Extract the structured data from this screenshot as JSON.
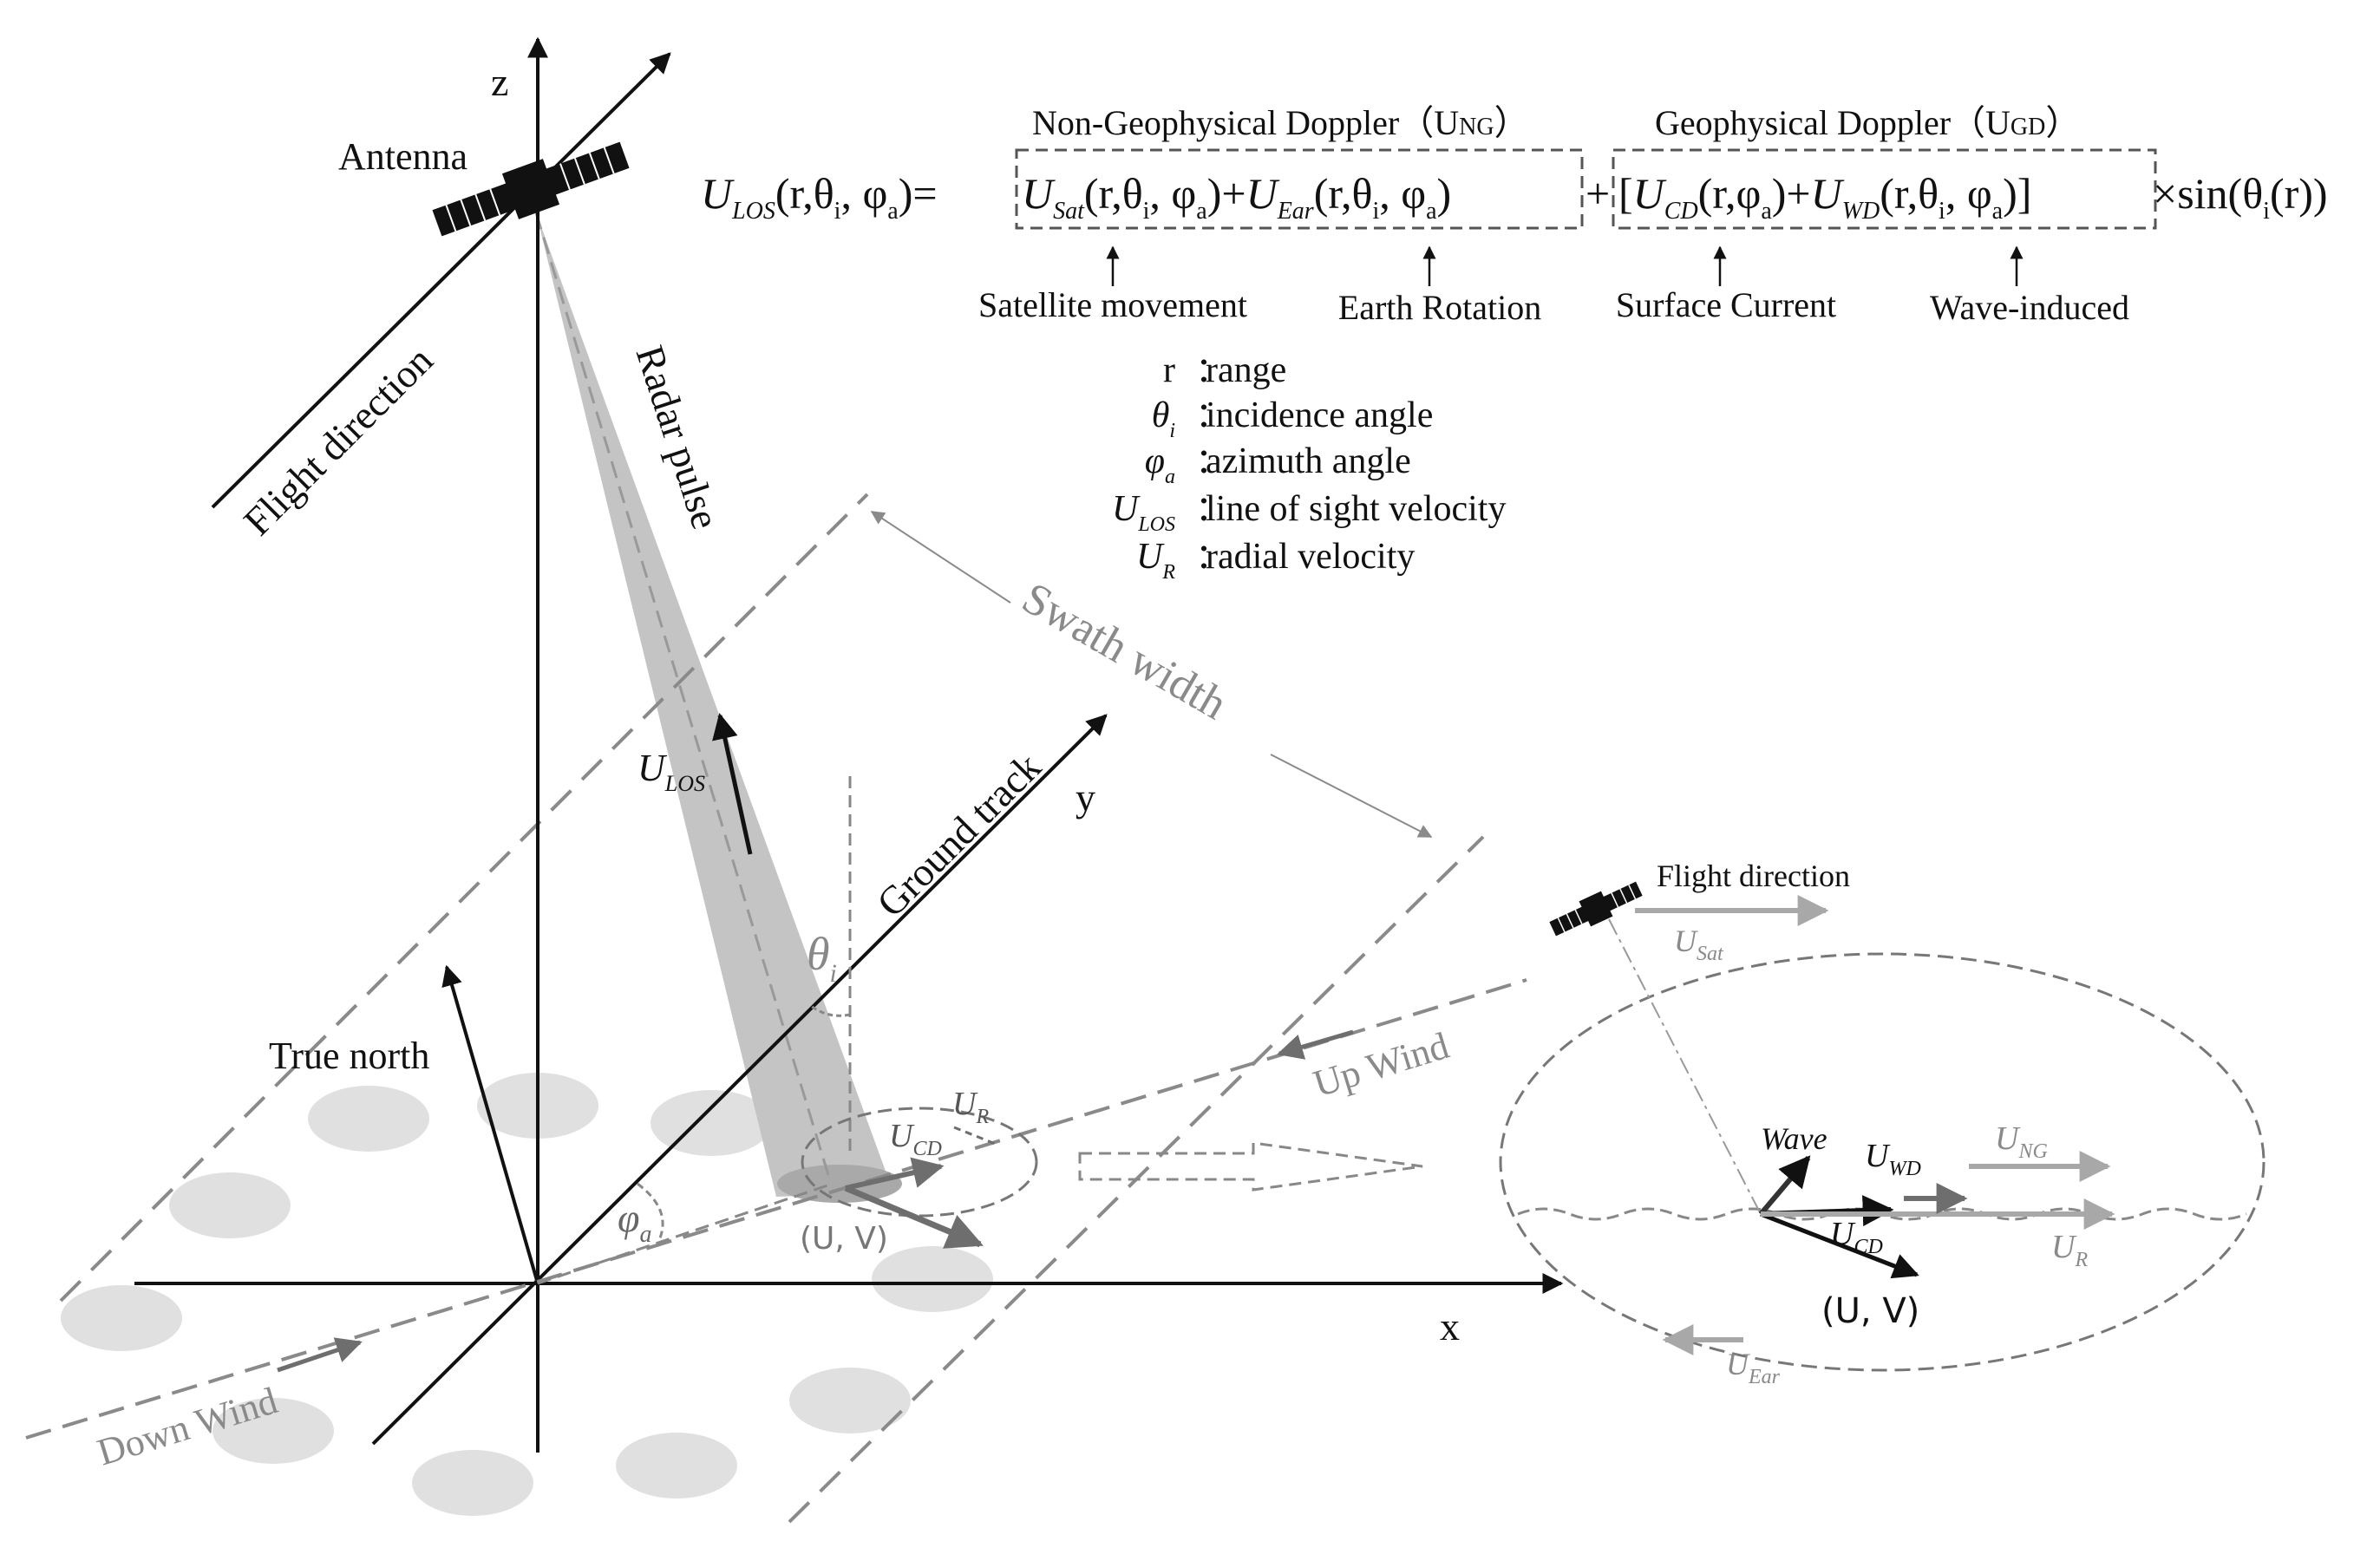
{
  "colors": {
    "black": "#111111",
    "beam": "#bdbdbd",
    "footprint": "#dcdcdc",
    "light_gray": "#a8a8a8",
    "mid_gray": "#6e6e6e",
    "dash_gray": "#8a8a8a"
  },
  "icons": [
    "satellite-icon",
    "satellite-small-icon"
  ],
  "axes": {
    "x": "x",
    "y": "y",
    "z": "z"
  },
  "labels": {
    "antenna": "Antenna",
    "flight_direction": "Flight direction",
    "radar_pulse": "Radar pulse",
    "swath_width": "Swath width",
    "ground_track": "Ground track",
    "true_north": "True north",
    "up_wind": "Up Wind",
    "down_wind": "Down Wind",
    "uv": "(U, V)",
    "flight_direction_small": "Flight direction",
    "wave": "Wave",
    "uv_inset": "(U, V)"
  },
  "symbols": {
    "u_los": {
      "base": "U",
      "sub": "LOS"
    },
    "theta_i": {
      "base": "θ",
      "sub": "i"
    },
    "phi_a": {
      "base": "φ",
      "sub": "a"
    },
    "u_cd": {
      "base": "U",
      "sub": "CD"
    },
    "u_r": {
      "base": "U",
      "sub": "R"
    },
    "u_sat": {
      "base": "U",
      "sub": "Sat"
    },
    "u_wd": {
      "base": "U",
      "sub": "WD"
    },
    "u_ng": {
      "base": "U",
      "sub": "NG"
    },
    "u_cd_inset": {
      "base": "U",
      "sub": "CD"
    },
    "u_r_inset": {
      "base": "U",
      "sub": "R"
    },
    "u_ear": {
      "base": "U",
      "sub": "Ear"
    }
  },
  "equation": {
    "non_geophysical_header": "Non-Geophysical Doppler（U",
    "non_geophysical_header_sub": "NG",
    "geophysical_header": "Geophysical Doppler（U",
    "geophysical_header_sub": "GD",
    "header_close": "）",
    "lhs": "U",
    "lhs_sub": "LOS",
    "lhs_args": "(r,θ",
    "lhs_args_sub": "i",
    "lhs_args_2": ", φ",
    "lhs_args_2_sub": "a",
    "lhs_close": ")",
    "equals": "=",
    "term_sat": "U",
    "term_sat_sub": "Sat",
    "term_sat_args": "(r,θ",
    "term_sat_args_sub": "i",
    "term_sat_args_2": ", φ",
    "term_sat_args_2_sub": "a",
    "term_sat_close": ")",
    "plus_1": "+",
    "term_ear": "U",
    "term_ear_sub": "Ear",
    "term_ear_args": "(r,θ",
    "term_ear_args_sub": "i",
    "term_ear_args_2": ", φ",
    "term_ear_args_2_sub": "a",
    "term_ear_close": ")",
    "plus_2": "+",
    "bracket_open": "[",
    "term_cd": "U",
    "term_cd_sub": "CD",
    "term_cd_args": "(r,φ",
    "term_cd_args_sub": "a",
    "term_cd_close": ")",
    "plus_3": "+",
    "term_wd": "U",
    "term_wd_sub": "WD",
    "term_wd_args": "(r,θ",
    "term_wd_args_sub": "i",
    "term_wd_args_2": ", φ",
    "term_wd_args_2_sub": "a",
    "term_wd_close": ")",
    "bracket_close": "]",
    "times_sin": "×sin(θ",
    "times_sin_sub": "i",
    "times_sin_close": "(r))",
    "annotations": [
      "Satellite movement",
      "Earth Rotation",
      "Surface Current",
      "Wave-induced"
    ]
  },
  "legend": [
    {
      "symbol": "r",
      "sub": "",
      "desc": "range"
    },
    {
      "symbol": "θ",
      "sub": "i",
      "desc": "incidence angle"
    },
    {
      "symbol": "φ",
      "sub": "a",
      "desc": "azimuth angle"
    },
    {
      "symbol": "U",
      "sub": "LOS",
      "desc": "line of sight velocity"
    },
    {
      "symbol": "U",
      "sub": "R",
      "desc": "radial velocity"
    }
  ],
  "legend_separator": "："
}
